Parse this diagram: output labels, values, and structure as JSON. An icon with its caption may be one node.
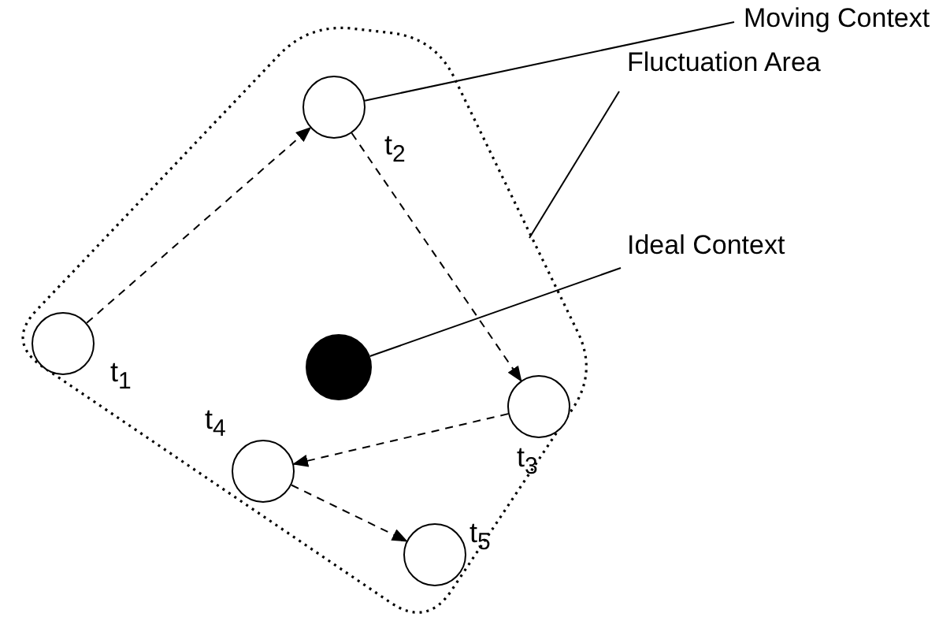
{
  "diagram": {
    "nodes": [
      {
        "text": [],
        "shape": "box"
      },
      {
        "text": [],
        "shape": "circle",
        "in": 0,
        "beside": [
          "t$_{1}$"
        ]
      },
      {
        "text": [],
        "shape": "circle",
        "in": 0,
        "beside": [
          "t$_{2}$"
        ]
      },
      {
        "text": [],
        "shape": "dot",
        "in": 0
      },
      {
        "text": [],
        "shape": "circle",
        "in": 0,
        "beside": [
          "t$_{3}$"
        ]
      },
      {
        "text": [],
        "shape": "circle",
        "in": 0,
        "beside": [
          "t$_{4}$"
        ]
      },
      {
        "text": [],
        "shape": "circle",
        "in": 0,
        "beside": [
          "t$_{5}$"
        ]
      },
      {
        "text": [
          "Moving Context"
        ]
      },
      {
        "text": [
          "Fluctuation Area"
        ]
      },
      {
        "text": [
          "Ideal Context"
        ]
      }
    ],
    "edges": [
      {
        "from": 1,
        "to": 2,
        "arrow": "to",
        "style": "dashed"
      },
      {
        "from": 2,
        "to": 4,
        "arrow": "to",
        "style": "dashed"
      },
      {
        "from": 4,
        "to": 5,
        "arrow": "to",
        "style": "dashed"
      },
      {
        "from": 5,
        "to": 6,
        "arrow": "to",
        "style": "dashed"
      },
      {
        "from": 7,
        "to": 2,
        "arrow": "none"
      },
      {
        "from": 8,
        "to": 0,
        "arrow": "none"
      },
      {
        "from": 9,
        "to": 3,
        "arrow": "none"
      }
    ]
  }
}
